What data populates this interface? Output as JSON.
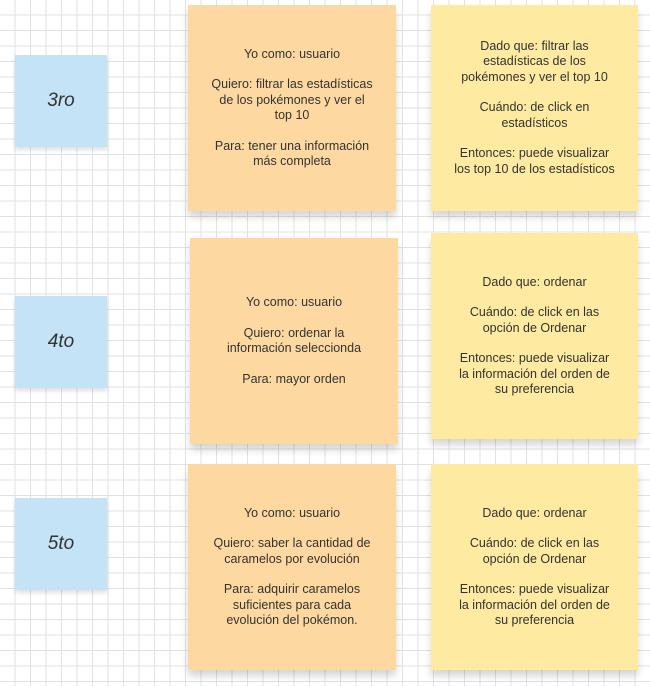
{
  "rows": [
    {
      "label": "3ro",
      "story": [
        "Yo como:  usuario",
        "Quiero: filtrar las estadísticas\nde los pokémones y ver el\ntop 10",
        "Para:  tener una información\nmás completa"
      ],
      "criteria": [
        "Dado que: filtrar las\nestadísticas de los\npokémones y ver el top 10",
        "Cuándo: de click en\nestadísticos",
        "Entonces: puede visualizar\nlos top 10 de los estadísticos"
      ]
    },
    {
      "label": "4to",
      "story": [
        "Yo como:  usuario",
        "Quiero: ordenar la\ninformación seleccionda",
        "Para:  mayor orden"
      ],
      "criteria": [
        "Dado que: ordenar",
        "Cuándo: de click en las\nopción de Ordenar",
        "Entonces: puede visualizar\nla información del orden de\nsu preferencia"
      ]
    },
    {
      "label": "5to",
      "story": [
        "Yo como:  usuario",
        "Quiero:  saber la cantidad de\ncaramelos por evolución",
        "Para:  adquirir caramelos\nsuficientes para cada\nevolución del pokémon."
      ],
      "criteria": [
        "Dado que: ordenar",
        "Cuándo: de click en las\nopción de Ordenar",
        "Entonces: puede visualizar\nla información del orden de\nsu preferencia"
      ]
    }
  ]
}
